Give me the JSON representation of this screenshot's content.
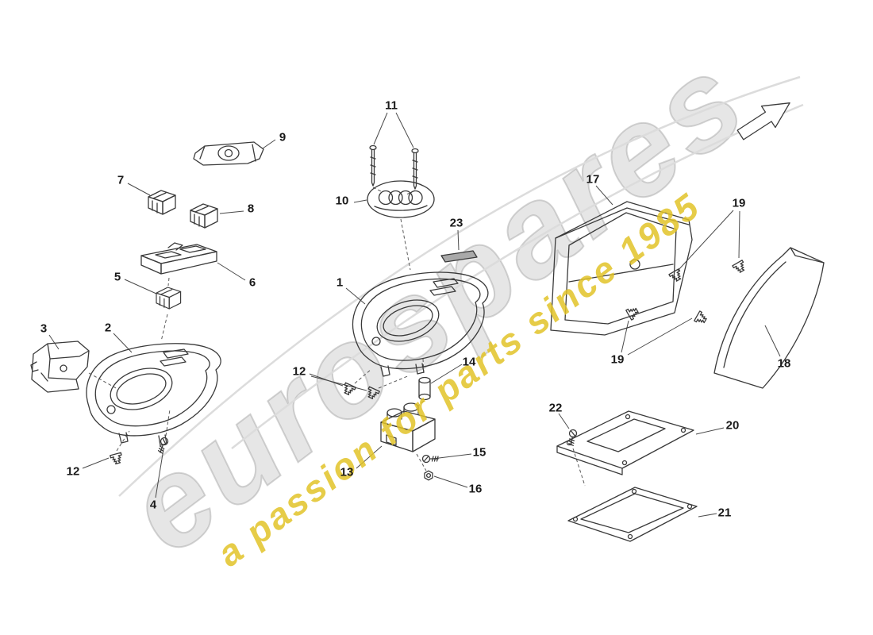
{
  "watermark": {
    "brand": "eurospares",
    "tagline": "a passion for parts since 1985",
    "brand_color": "#c9c9c9",
    "tagline_color": "#e2c328",
    "swoosh_color": "#dcdcdc"
  },
  "callouts": [
    {
      "num": "1"
    },
    {
      "num": "2"
    },
    {
      "num": "3"
    },
    {
      "num": "4"
    },
    {
      "num": "5"
    },
    {
      "num": "6"
    },
    {
      "num": "7"
    },
    {
      "num": "8"
    },
    {
      "num": "9"
    },
    {
      "num": "10"
    },
    {
      "num": "11"
    },
    {
      "num": "12"
    },
    {
      "num": "12"
    },
    {
      "num": "13"
    },
    {
      "num": "14"
    },
    {
      "num": "15"
    },
    {
      "num": "16"
    },
    {
      "num": "17"
    },
    {
      "num": "18"
    },
    {
      "num": "19"
    },
    {
      "num": "19"
    },
    {
      "num": "20"
    },
    {
      "num": "21"
    },
    {
      "num": "22"
    },
    {
      "num": "23"
    }
  ]
}
